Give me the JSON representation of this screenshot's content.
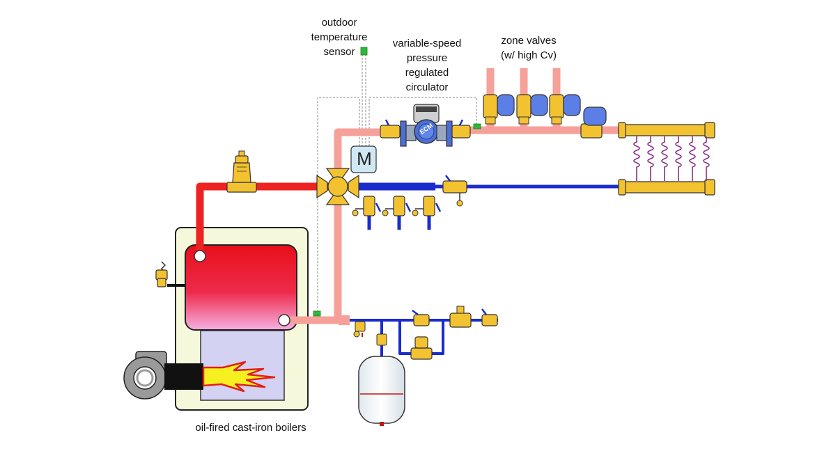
{
  "labels": {
    "outdoor_sensor": [
      "outdoor",
      "temperature",
      "sensor"
    ],
    "circulator": [
      "variable-speed",
      "pressure",
      "regulated",
      "circulator"
    ],
    "zone_valves": [
      "zone valves",
      "(w/ high Cv)"
    ],
    "boiler": "oil-fired cast-iron boilers",
    "mixing_valve_motor": "M",
    "circulator_badge": "ECM"
  },
  "colors": {
    "supply_hot": "#ee2222",
    "supply_mixed": "#f6a09a",
    "return": "#1a2ccc",
    "brass": "#f2c230",
    "zone_actuator": "#5b7fe6",
    "boiler_jacket": "#f6f8dc",
    "firebox": "#d4d2f2",
    "sensor": "#2fb83a",
    "radiant_tubing": "#8a2e86"
  }
}
